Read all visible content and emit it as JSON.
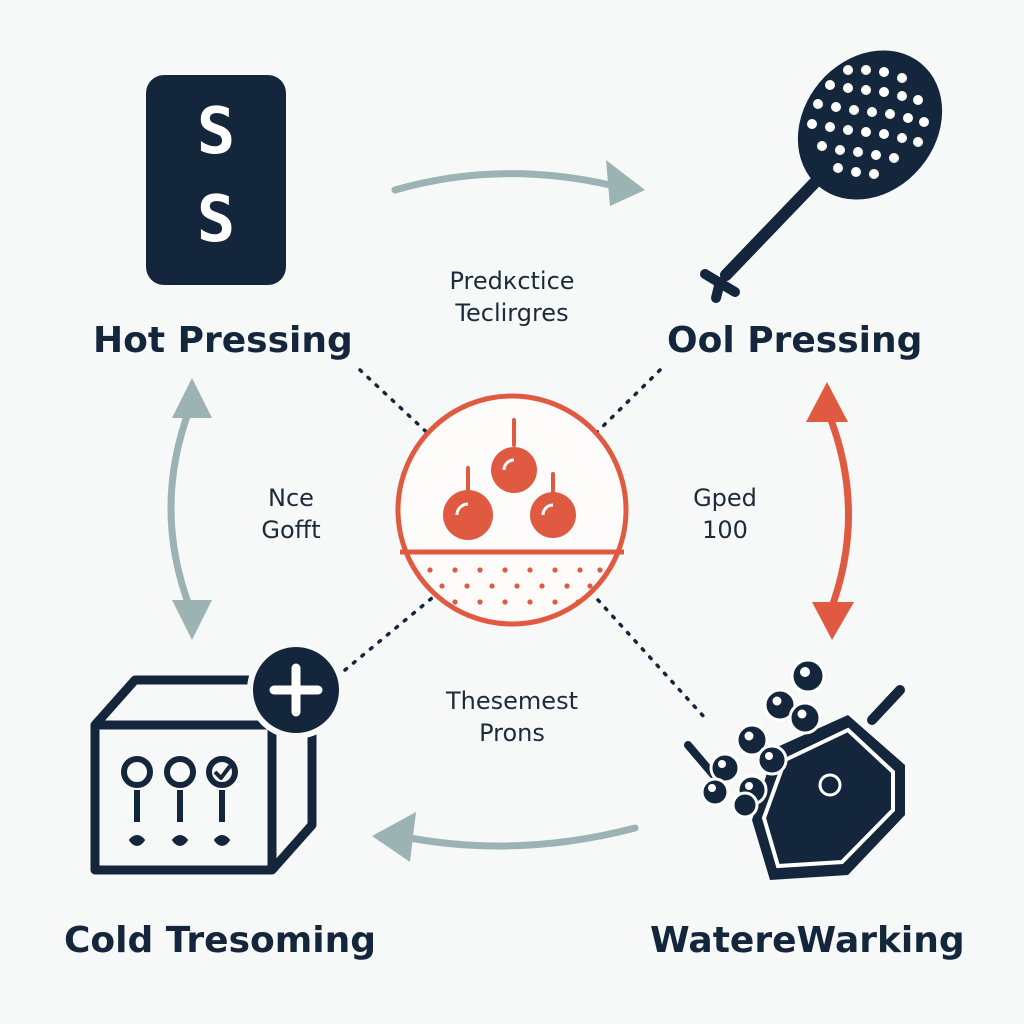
{
  "colors": {
    "navy": "#14263b",
    "accent": "#e05a41",
    "muted_arrow": "#9bb3b3",
    "background": "#f7f8f8"
  },
  "stages": {
    "top_left": {
      "title": "Hot Pressing",
      "icon": "ss-block-icon",
      "icon_text": [
        "S",
        "S"
      ]
    },
    "top_right": {
      "title": "Ool Pressing",
      "icon": "perforated-paddle-icon"
    },
    "bottom_left": {
      "title": "Cold Tresoming",
      "icon": "gauge-box-plus-icon"
    },
    "bottom_right": {
      "title": "WatereWarking",
      "icon": "granule-tray-icon"
    }
  },
  "center": {
    "icon": "particles-in-vessel-icon"
  },
  "labels": {
    "top": [
      "Predкctice",
      "Teclirgres"
    ],
    "left": [
      "Nce",
      "Gofft"
    ],
    "right": [
      "Gped",
      "100"
    ],
    "bottom": [
      "Thesemest",
      "Prons"
    ]
  }
}
